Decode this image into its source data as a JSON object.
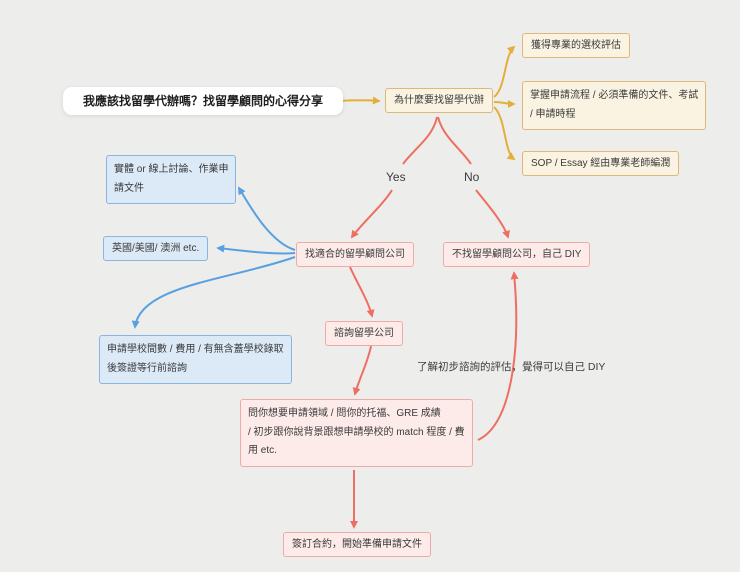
{
  "colors": {
    "canvas-bg": "#ededeb",
    "arrow-yellow": "#e3af3c",
    "arrow-red": "#ee6e61",
    "arrow-blue": "#58a0e2",
    "yellow-box-bg": "#faf3e2",
    "yellow-box-border": "#dcb97a",
    "blue-box-bg": "#dceaf8",
    "blue-box-border": "#8ab5de",
    "pink-box-bg": "#fcebe9",
    "pink-box-border": "#efaaa5",
    "title-bg": "#ffffff",
    "text": "#3b3b3b"
  },
  "nodes": {
    "title": "我應該找留學代辦嗎？找留學顧問的心得分享",
    "why": "為什麼要找留學代辦",
    "benefit_school_eval": "獲得專業的選校評估",
    "benefit_process": "掌握申請流程 / 必須準備的文件、考試\n/ 申請時程",
    "benefit_sop": "SOP / Essay 經由專業老師編潤",
    "agency_discuss": "實體 or 線上討論、作業申\n請文件",
    "agency_countries": "英國/美國/ 澳洲 etc.",
    "agency_questions": "申請學校間數 / 費用 / 有無含蓋學校錄取\n後簽證等行前諮詢",
    "find_agency": "找適合的留學顧問公司",
    "diy": "不找留學顧問公司，自己 DIY",
    "consult": "諮詢留學公司",
    "consult_detail": "問你想要申請領域 / 問你的托福、GRE 成績\n/ 初步跟你說背景跟想申請學校的 match 程度 / 費\n用 etc.",
    "sign_contract": "簽訂合約，開始準備申請文件"
  },
  "labels": {
    "yes": "Yes",
    "no": "No",
    "diy_note": "了解初步諮詢的評估，覺得可以自己 DIY"
  }
}
